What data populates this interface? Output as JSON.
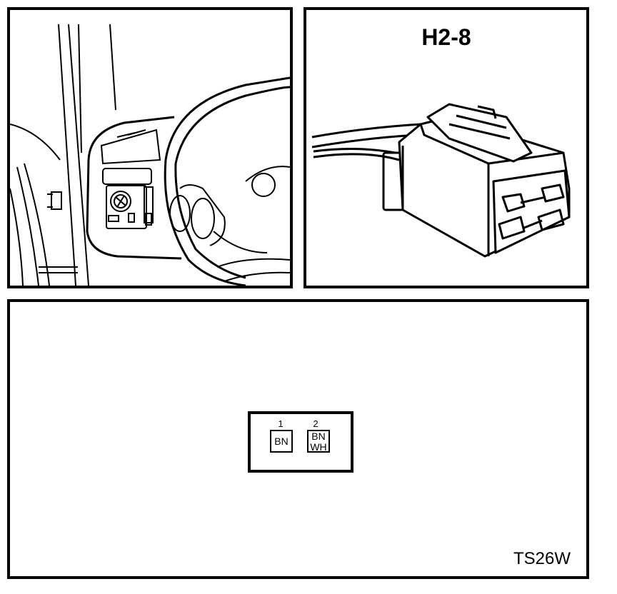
{
  "connector": {
    "title": "H2-8"
  },
  "pins": [
    {
      "number": "1",
      "color_line1": "BN",
      "color_line2": ""
    },
    {
      "number": "2",
      "color_line1": "BN",
      "color_line2": "WH"
    }
  ],
  "figure_code": "TS26W"
}
